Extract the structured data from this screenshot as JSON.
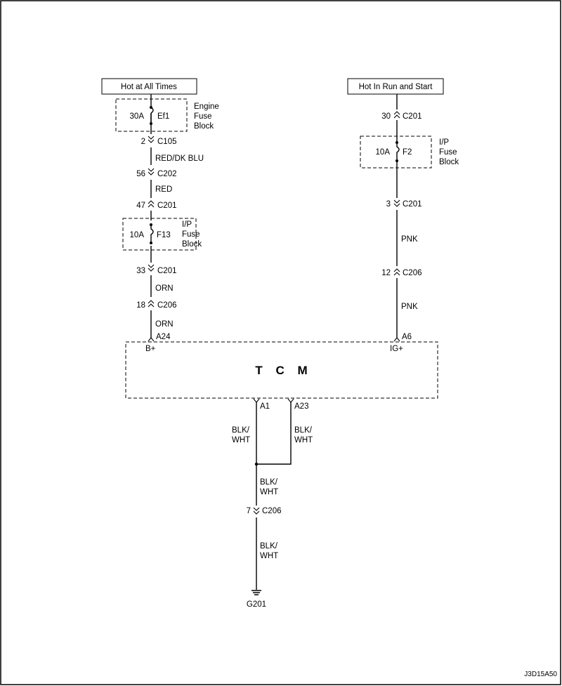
{
  "sources": {
    "left": "Hot at All Times",
    "right": "Hot In Run and Start"
  },
  "fuses": {
    "ef1": {
      "rating": "30A",
      "name": "Ef1",
      "block": [
        "Engine",
        "Fuse",
        "Block"
      ]
    },
    "f13": {
      "rating": "10A",
      "name": "F13",
      "block": [
        "I/P",
        "Fuse",
        "Block"
      ]
    },
    "f2": {
      "rating": "10A",
      "name": "F2",
      "block": [
        "I/P",
        "Fuse",
        "Block"
      ]
    }
  },
  "connectors": {
    "l1": {
      "pin": "2",
      "name": "C105"
    },
    "l2": {
      "pin": "56",
      "name": "C202"
    },
    "l3": {
      "pin": "47",
      "name": "C201"
    },
    "l4": {
      "pin": "33",
      "name": "C201"
    },
    "l5": {
      "pin": "18",
      "name": "C206"
    },
    "r1": {
      "pin": "30",
      "name": "C201"
    },
    "r2": {
      "pin": "3",
      "name": "C201"
    },
    "r3": {
      "pin": "12",
      "name": "C206"
    },
    "g1": {
      "pin": "7",
      "name": "C206"
    }
  },
  "wires": {
    "l_red_dkblu": "RED/DK BLU",
    "l_red": "RED",
    "l_orn1": "ORN",
    "l_orn2": "ORN",
    "r_pnk1": "PNK",
    "r_pnk2": "PNK",
    "a1": [
      "BLK/",
      "WHT"
    ],
    "a23": [
      "BLK/",
      "WHT"
    ],
    "joined": [
      "BLK/",
      "WHT"
    ],
    "to_ground": [
      "BLK/",
      "WHT"
    ]
  },
  "module": {
    "name": "T C M",
    "pins": {
      "a24": {
        "pin": "A24",
        "func": "B+"
      },
      "a6": {
        "pin": "A6",
        "func": "IG+"
      },
      "a1": {
        "pin": "A1"
      },
      "a23": {
        "pin": "A23"
      }
    }
  },
  "ground": "G201",
  "figure_id": "J3D15A50"
}
